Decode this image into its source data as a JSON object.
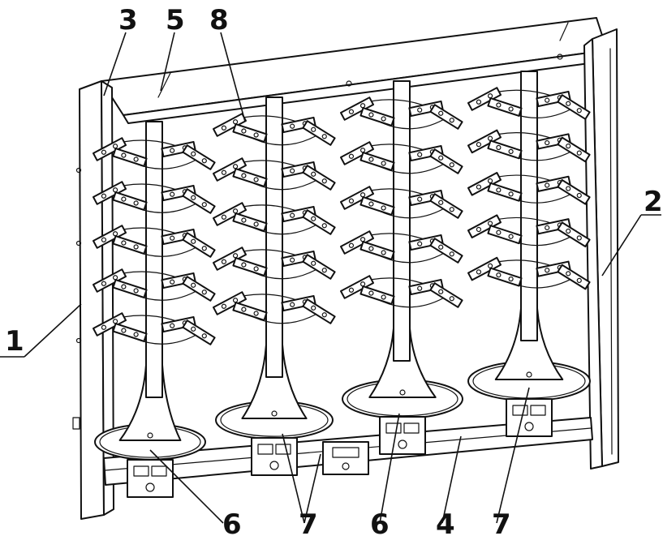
{
  "callouts": {
    "c1": "1",
    "c2": "2",
    "c3": "3",
    "c4": "4",
    "c5": "5",
    "c6a": "6",
    "c6b": "6",
    "c7a": "7",
    "c7b": "7",
    "c8": "8"
  },
  "colors": {
    "ink": "#111111",
    "paper": "#ffffff"
  }
}
